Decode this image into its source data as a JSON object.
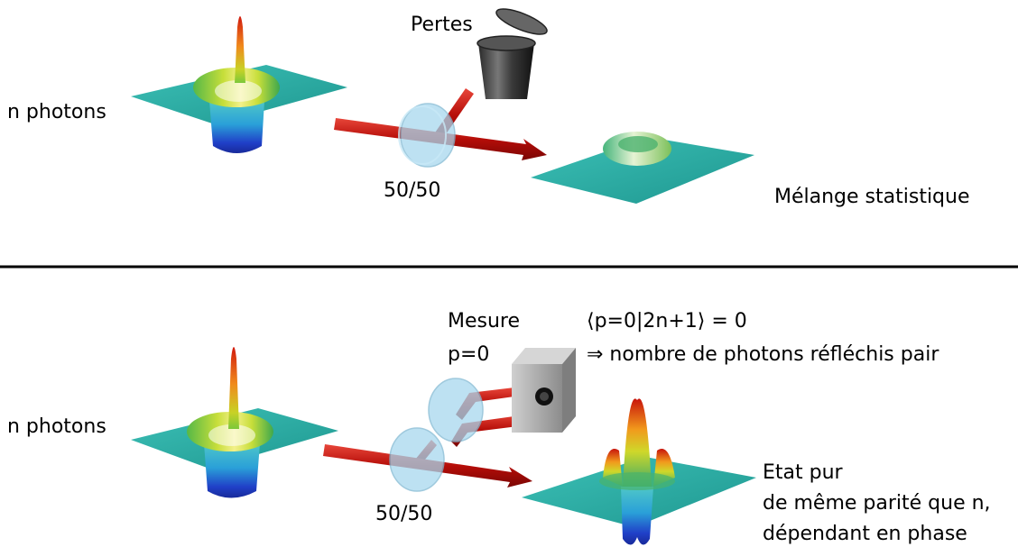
{
  "top": {
    "input_label": "n photons",
    "losses_label": "Pertes",
    "splitter_label": "50/50",
    "output_label": "Mélange statistique"
  },
  "bottom": {
    "input_label": "n photons",
    "measure_label_1": "Mesure",
    "measure_label_2": "p=0",
    "equation_1": "⟨p=0|2n+1⟩ = 0",
    "equation_2": "⇒ nombre de photons réfléchis pair",
    "splitter_label": "50/50",
    "output_line_1": "Etat pur",
    "output_line_2": "de même parité que n,",
    "output_line_3": "dépendant en phase"
  },
  "colors": {
    "plane": "#2fb0a8",
    "beam": "#c8120c",
    "glass": "#9fd4ec",
    "divider": "#000000",
    "detector": "#a9a9a9"
  }
}
